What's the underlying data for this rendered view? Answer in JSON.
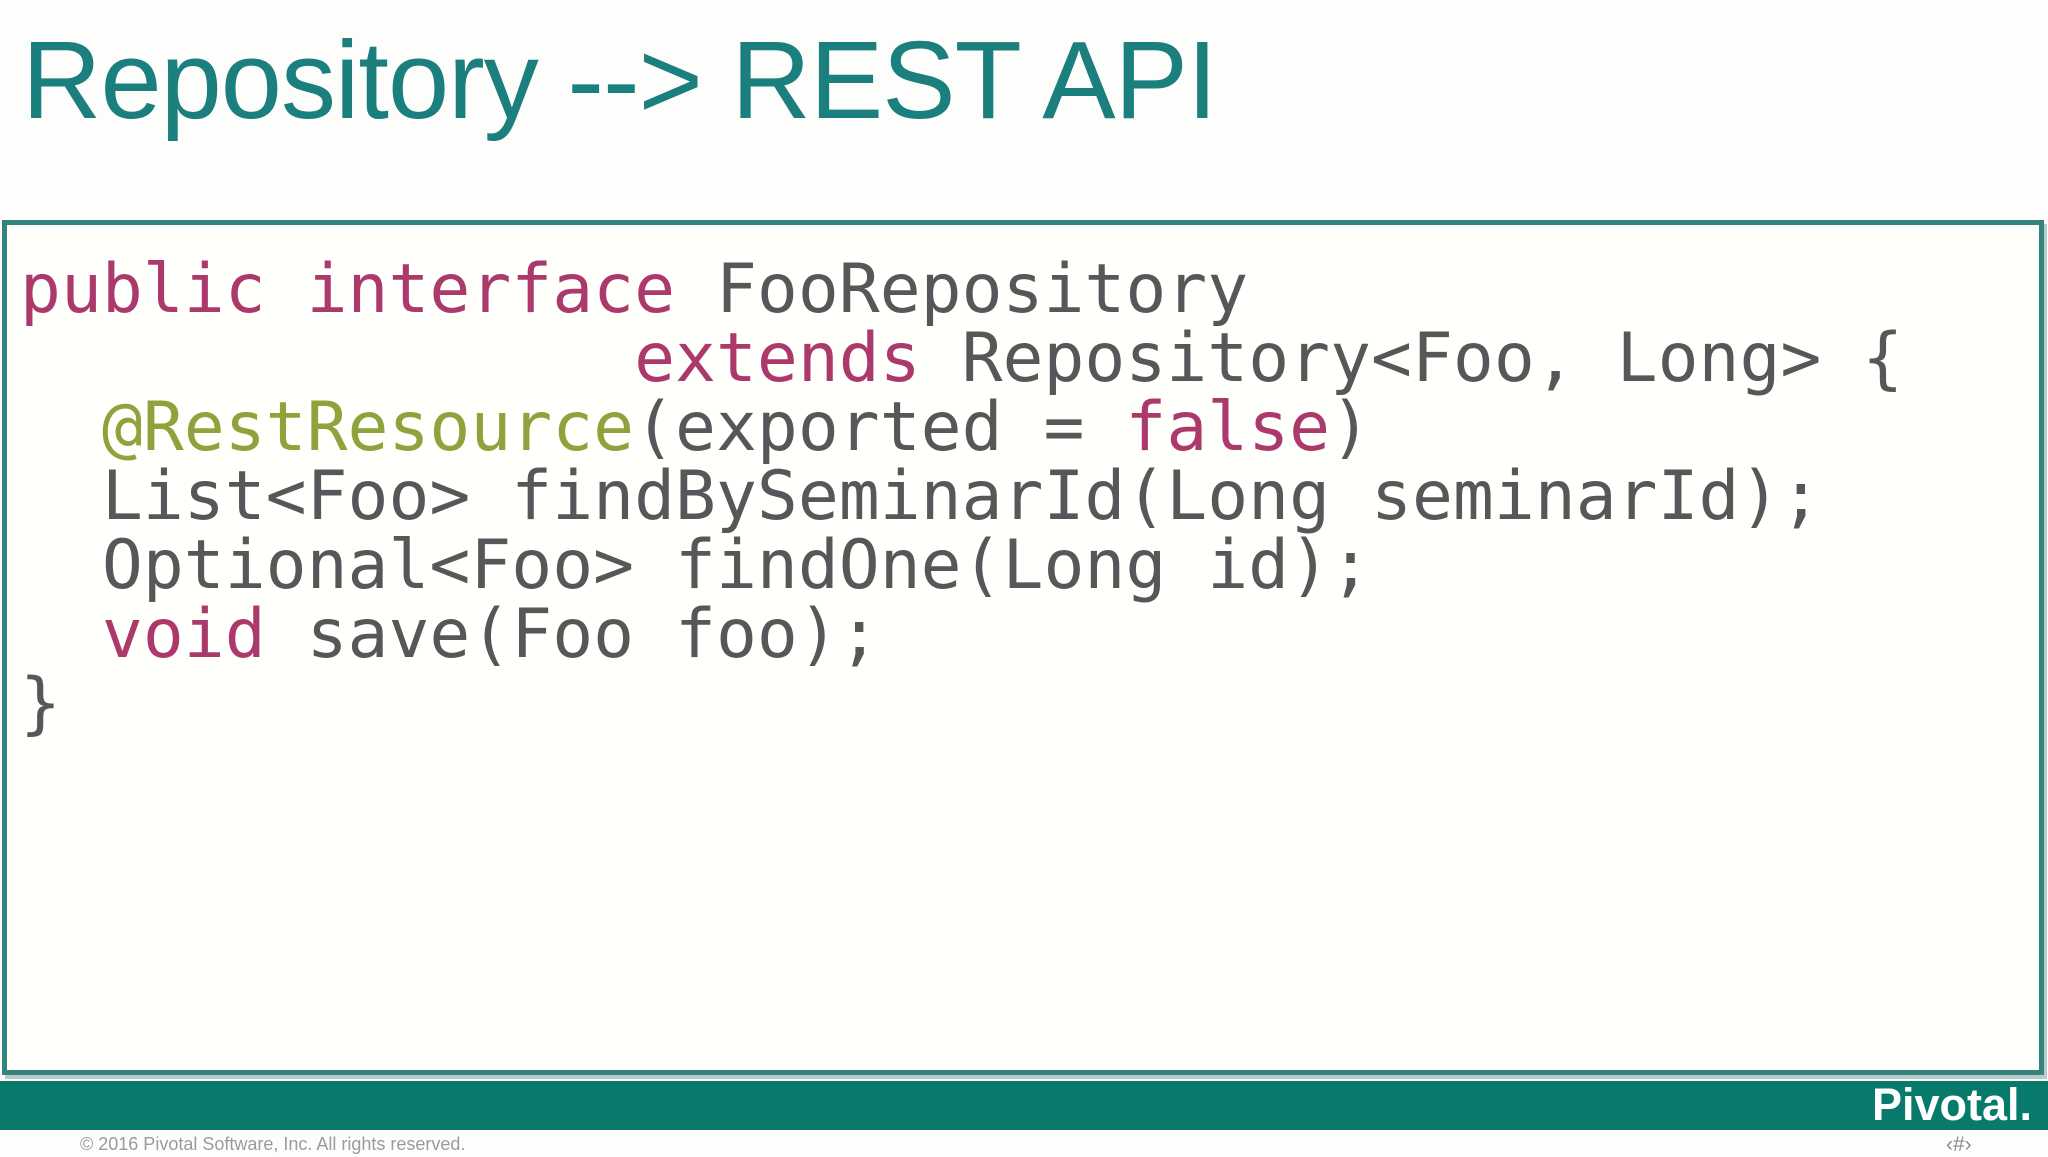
{
  "slide": {
    "title": "Repository --> REST API",
    "code": {
      "lines": [
        {
          "segments": [
            {
              "text": "public interface",
              "style": "keyword"
            },
            {
              "text": " FooRepository",
              "style": "plain"
            }
          ]
        },
        {
          "segments": [
            {
              "text": "               ",
              "style": "plain"
            },
            {
              "text": "extends",
              "style": "keyword"
            },
            {
              "text": " Repository<Foo, Long> {",
              "style": "plain"
            }
          ]
        },
        {
          "segments": [
            {
              "text": "  ",
              "style": "plain"
            },
            {
              "text": "@RestResource",
              "style": "annotation"
            },
            {
              "text": "(exported = ",
              "style": "plain"
            },
            {
              "text": "false",
              "style": "keyword"
            },
            {
              "text": ")",
              "style": "plain"
            }
          ]
        },
        {
          "segments": [
            {
              "text": "  List<Foo> findBySeminarId(Long seminarId);",
              "style": "plain"
            }
          ]
        },
        {
          "segments": [
            {
              "text": "  Optional<Foo> findOne(Long id);",
              "style": "plain"
            }
          ]
        },
        {
          "segments": [
            {
              "text": "  ",
              "style": "plain"
            },
            {
              "text": "void",
              "style": "keyword"
            },
            {
              "text": " save(Foo foo);",
              "style": "plain"
            }
          ]
        },
        {
          "segments": [
            {
              "text": "}",
              "style": "plain"
            }
          ]
        }
      ]
    },
    "footer": {
      "logo_text": "Pivotal",
      "logo_suffix": ".",
      "copyright": "© 2016 Pivotal Software, Inc.  All rights reserved.",
      "slide_number_placeholder": "‹#›"
    },
    "colors": {
      "title": "#1b7f7d",
      "panel_border": "#35837f",
      "panel_background": "#fffffc",
      "footer_bar": "#077a6b",
      "logo_text": "#ffffff",
      "code_keyword": "#ac396c",
      "code_annotation": "#8fa33c",
      "code_plain": "#57575a",
      "copyright": "#9b9b9b",
      "slide_number": "#8a8a8a"
    }
  }
}
